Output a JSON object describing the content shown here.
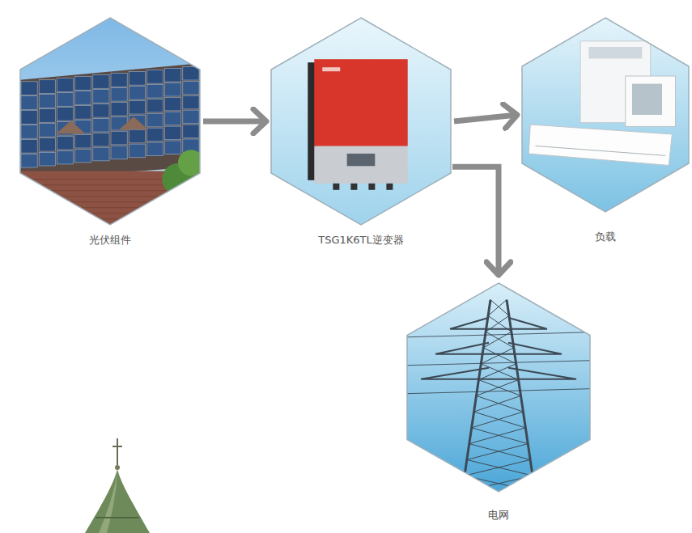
{
  "diagram": {
    "nodes": [
      {
        "text": [
          "光伏组件"
        ]
      },
      {
        "text": [
          "TSG1K6TL逆变器"
        ]
      },
      {
        "text": [
          "负载"
        ]
      },
      {
        "text": [
          "电网"
        ]
      }
    ],
    "edges": [
      {
        "from": 0,
        "to": 1,
        "arrow": "to"
      },
      {
        "from": 1,
        "to": 2,
        "arrow": "to"
      },
      {
        "from": 1,
        "to": 3,
        "arrow": "to"
      }
    ]
  }
}
